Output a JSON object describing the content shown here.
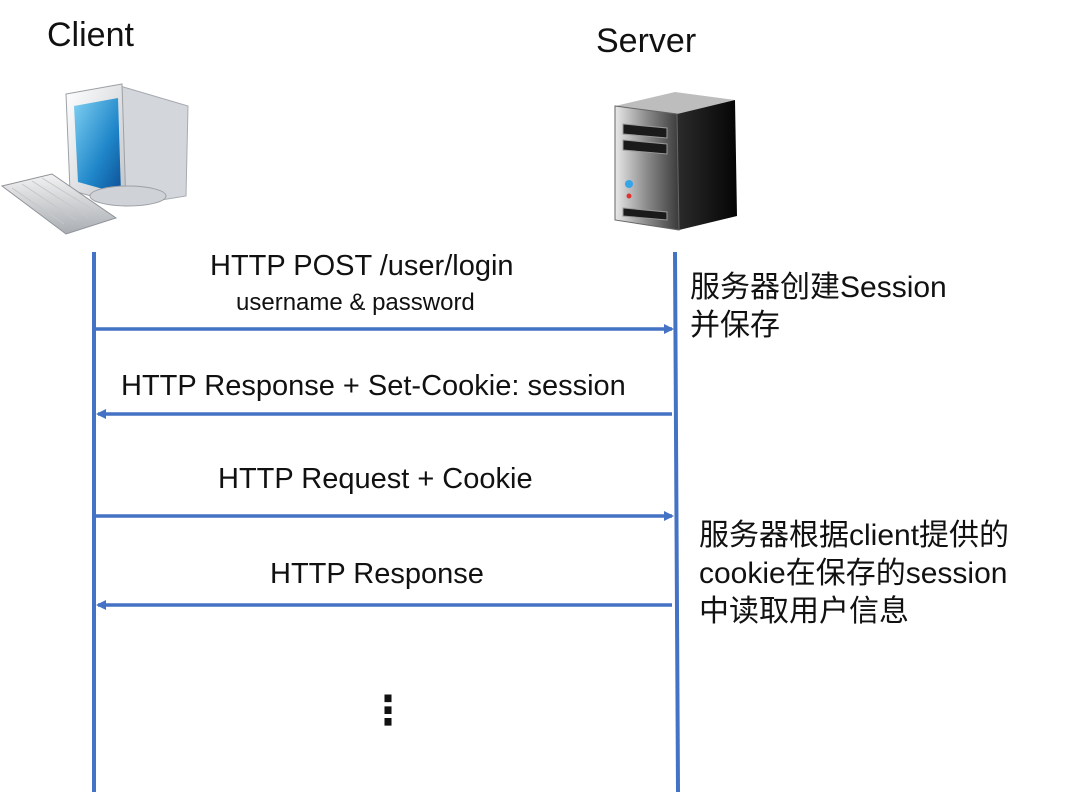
{
  "actors": {
    "client_label": "Client",
    "server_label": "Server"
  },
  "messages": [
    {
      "line1": "HTTP POST /user/login",
      "line2": "username & password",
      "direction": "client-to-server"
    },
    {
      "line1": "HTTP Response + Set-Cookie: session",
      "direction": "server-to-client"
    },
    {
      "line1": "HTTP Request + Cookie",
      "direction": "client-to-server"
    },
    {
      "line1": "HTTP Response",
      "direction": "server-to-client"
    }
  ],
  "notes": {
    "create_session": [
      "服务器创建Session",
      "并保存"
    ],
    "read_session": [
      "服务器根据client提供的",
      "cookie在保存的session",
      "中读取用户信息"
    ]
  },
  "continuation": "⋮",
  "colors": {
    "lifeline": "#4472C4",
    "text": "#111111"
  },
  "icons": {
    "client": "desktop-computer-icon",
    "server": "server-tower-icon"
  }
}
